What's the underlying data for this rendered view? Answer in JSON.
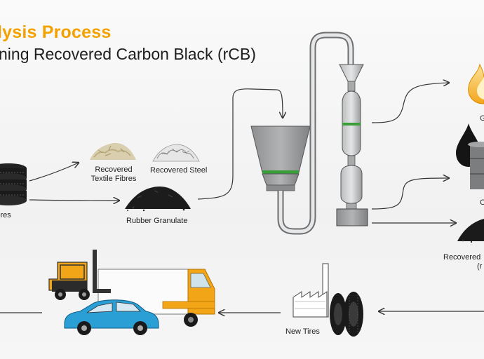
{
  "header": {
    "title": "lysis Process",
    "subtitle": "ning Recovered Carbon Black (rCB)"
  },
  "labels": {
    "tires_input": "ires",
    "textile": "Recovered\nTextile Fibres",
    "steel": "Recovered Steel",
    "granulate": "Rubber Granulate",
    "gas": "G",
    "oil": "O",
    "rcb": "Recovered",
    "rcb_line2": "(r",
    "new_tires": "New Tires"
  },
  "colors": {
    "accent": "#f4a100",
    "vessel_gray": "#9a9b9d",
    "green_band": "#3a9e3a",
    "truck_orange": "#f2a516",
    "car_blue": "#2a9fd6"
  },
  "icons": [
    "tire-stack-icon",
    "fibre-pile-icon",
    "steel-pile-icon",
    "granulate-pile-icon",
    "hopper-icon",
    "reactor-icon",
    "flame-icon",
    "oil-drop-icon",
    "barrel-icon",
    "carbon-pile-icon",
    "factory-icon",
    "new-tires-icon",
    "forklift-icon",
    "truck-icon",
    "car-icon"
  ]
}
